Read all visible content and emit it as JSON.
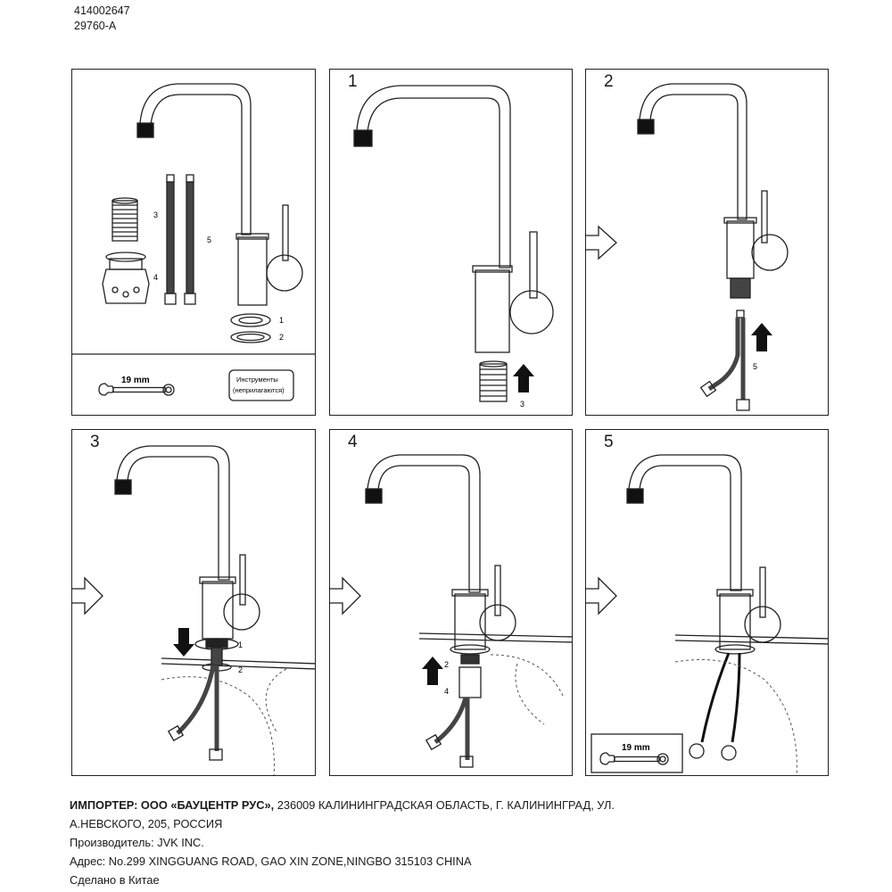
{
  "doc": {
    "article": "414002647",
    "model": "29760-A"
  },
  "panels": [
    {
      "number": ""
    },
    {
      "number": "1"
    },
    {
      "number": "2"
    },
    {
      "number": "3"
    },
    {
      "number": "4"
    },
    {
      "number": "5"
    }
  ],
  "parts_panel": {
    "part_labels": [
      "3",
      "4",
      "5",
      "1",
      "2"
    ],
    "wrench_size": "19 mm",
    "tools_note_line1": "Инструменты",
    "tools_note_line2": "(неприлагаются)"
  },
  "step_labels": {
    "step1": [
      "3"
    ],
    "step2": [
      "5"
    ],
    "step3": [
      "1",
      "2"
    ],
    "step4": [
      "2",
      "4"
    ],
    "step5_wrench": "19 mm"
  },
  "footer": {
    "importer_label": "ИМПОРТЕР: ООО «БАУЦЕНТР РУС»,",
    "importer_address_1": " 236009 КАЛИНИНГРАДСКАЯ ОБЛАСТЬ, Г. КАЛИНИНГРАД, УЛ.",
    "importer_address_2": "А.НЕВСКОГО, 205, РОССИЯ",
    "manufacturer": "Производитель: JVK INC.",
    "address": "Адрес: No.299 XINGGUANG ROAD, GAO XIN ZONE,NINGBO 315103 CHINA",
    "origin": "Сделано в Китае"
  }
}
